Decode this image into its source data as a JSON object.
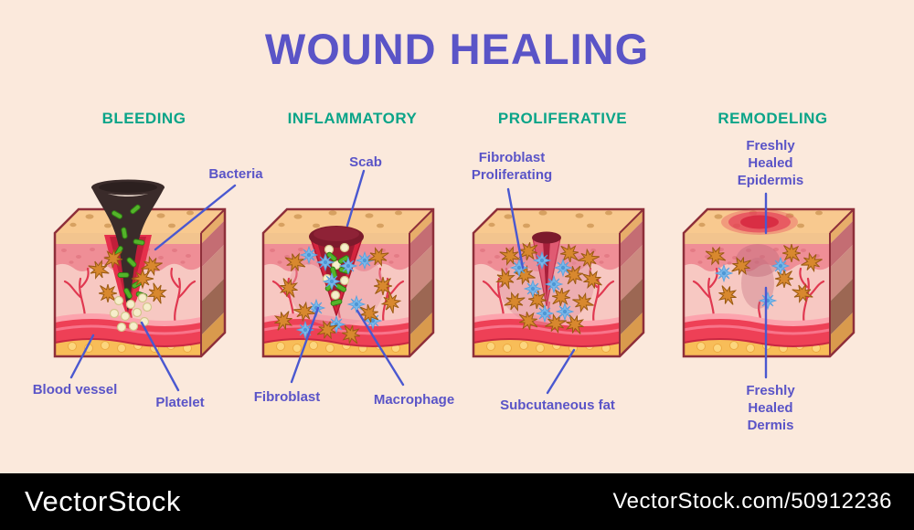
{
  "title": "WOUND HEALING",
  "colors": {
    "background": "#fbe9dc",
    "title": "#5a54c7",
    "stage_heading": "#0aa488",
    "label": "#5a54c7",
    "leader_line": "#4a58d0",
    "watermark_bar": "#000000",
    "watermark_text": "#ffffff"
  },
  "stages": [
    {
      "heading": "BLEEDING",
      "labels": {
        "bacteria": "Bacteria",
        "blood_vessel": "Blood vessel",
        "platelet": "Platelet"
      }
    },
    {
      "heading": "INFLAMMATORY",
      "labels": {
        "scab": "Scab",
        "fibroblast": "Fibroblast",
        "macrophage": "Macrophage"
      }
    },
    {
      "heading": "PROLIFERATIVE",
      "labels": {
        "fibroblast_proliferating": "Fibroblast Proliferating",
        "subcutaneous_fat": "Subcutaneous fat"
      }
    },
    {
      "heading": "REMODELING",
      "labels": {
        "freshly_healed_epidermis": "Freshly Healed Epidermis",
        "freshly_healed_dermis": "Freshly Healed Dermis"
      }
    }
  ],
  "watermark": {
    "brand": "VectorStock",
    "url_text": "VectorStock.com/50912236"
  }
}
